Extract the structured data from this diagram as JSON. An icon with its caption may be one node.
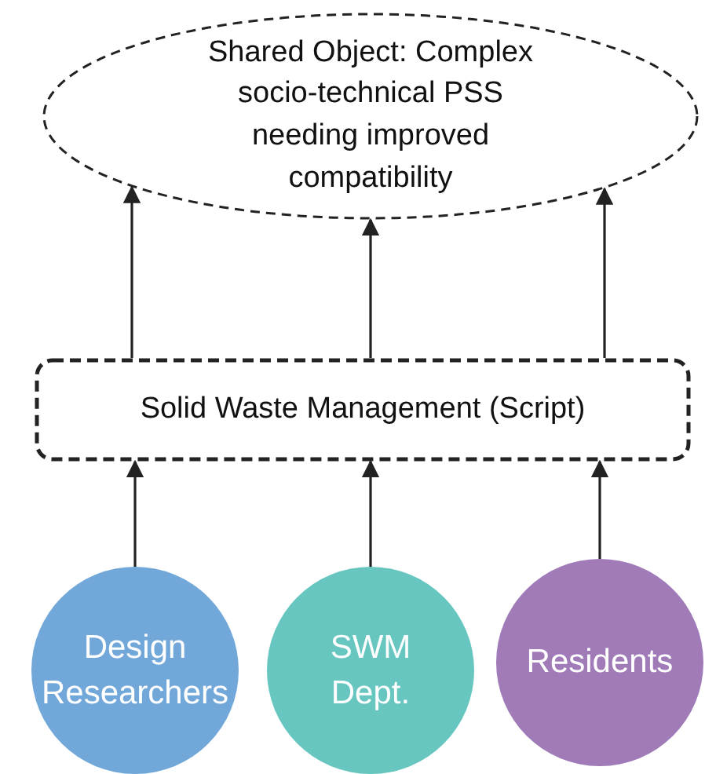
{
  "diagram": {
    "nodes": [
      {
        "text": [
          "Shared Object: Complex socio-technical PSS needing improved compatibility"
        ]
      },
      {
        "text": [
          "Solid Waste Management (Script)"
        ]
      },
      {
        "text": [
          "Design Researchers"
        ]
      },
      {
        "text": [
          "SWM Dept."
        ]
      },
      {
        "text": [
          "Residents"
        ]
      }
    ],
    "edges": [
      {
        "from": 1,
        "to": 0,
        "arrow": "to"
      },
      {
        "from": 1,
        "to": 0,
        "arrow": "to"
      },
      {
        "from": 1,
        "to": 0,
        "arrow": "to"
      },
      {
        "from": 2,
        "to": 1,
        "arrow": "to"
      },
      {
        "from": 3,
        "to": 1,
        "arrow": "to"
      },
      {
        "from": 4,
        "to": 1,
        "arrow": "to"
      }
    ]
  }
}
